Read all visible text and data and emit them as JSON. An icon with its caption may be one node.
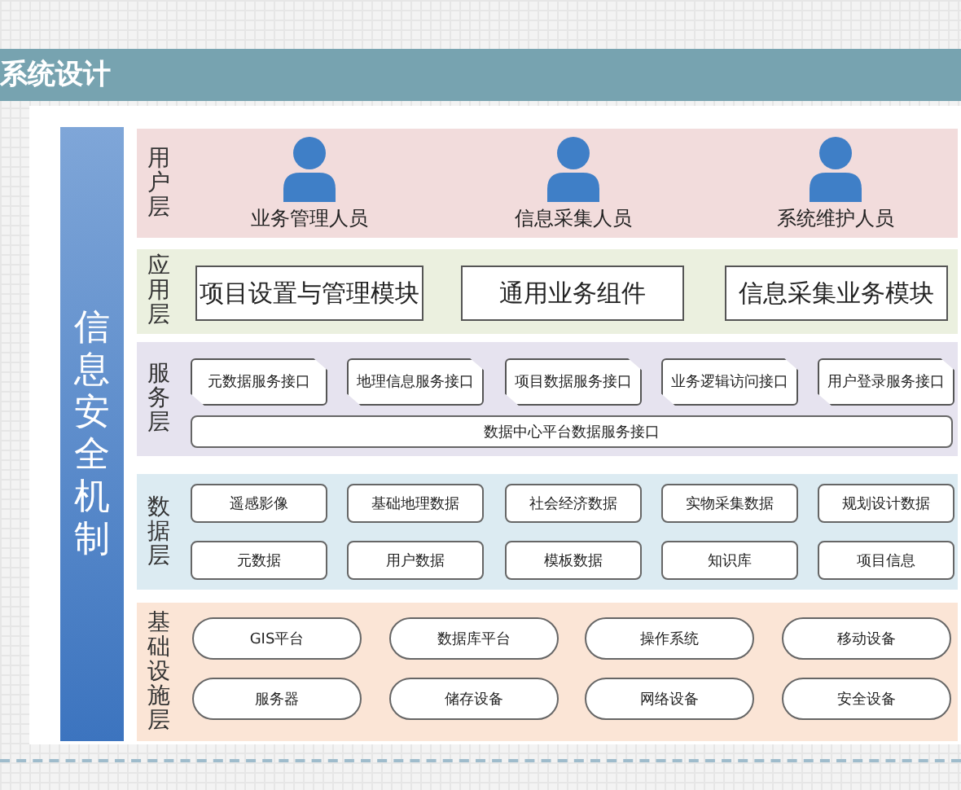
{
  "diagram": {
    "title": "系统设计",
    "nodes": [
      {
        "text": [
          "信息安全机制"
        ]
      },
      {
        "text": [
          "用户层"
        ]
      },
      {
        "text": [
          "业务管理人员"
        ],
        "in": 1
      },
      {
        "text": [
          "信息采集人员"
        ],
        "in": 1
      },
      {
        "text": [
          "系统维护人员"
        ],
        "in": 1
      },
      {
        "text": [
          "应用层"
        ]
      },
      {
        "text": [
          "项目设置与管理模块"
        ],
        "in": 5
      },
      {
        "text": [
          "通用业务组件"
        ],
        "in": 5
      },
      {
        "text": [
          "信息采集业务模块"
        ],
        "in": 5
      },
      {
        "text": [
          "服务层"
        ]
      },
      {
        "text": [
          "元数据服务接口"
        ],
        "in": 9
      },
      {
        "text": [
          "地理信息服务接口"
        ],
        "in": 9
      },
      {
        "text": [
          "项目数据服务接口"
        ],
        "in": 9
      },
      {
        "text": [
          "业务逻辑访问接口"
        ],
        "in": 9
      },
      {
        "text": [
          "用户登录服务接口"
        ],
        "in": 9
      },
      {
        "text": [
          "数据中心平台数据服务接口"
        ],
        "in": 9
      },
      {
        "text": [
          "数据层"
        ]
      },
      {
        "text": [
          "遥感影像"
        ],
        "in": 16
      },
      {
        "text": [
          "基础地理数据"
        ],
        "in": 16
      },
      {
        "text": [
          "社会经济数据"
        ],
        "in": 16
      },
      {
        "text": [
          "实物采集数据"
        ],
        "in": 16
      },
      {
        "text": [
          "规划设计数据"
        ],
        "in": 16
      },
      {
        "text": [
          "元数据"
        ],
        "in": 16
      },
      {
        "text": [
          "用户数据"
        ],
        "in": 16
      },
      {
        "text": [
          "模板数据"
        ],
        "in": 16
      },
      {
        "text": [
          "知识库"
        ],
        "in": 16
      },
      {
        "text": [
          "项目信息"
        ],
        "in": 16
      },
      {
        "text": [
          "基础设施层"
        ]
      },
      {
        "text": [
          "GIS平台"
        ],
        "in": 27
      },
      {
        "text": [
          "数据库平台"
        ],
        "in": 27
      },
      {
        "text": [
          "操作系统"
        ],
        "in": 27
      },
      {
        "text": [
          "移动设备"
        ],
        "in": 27
      },
      {
        "text": [
          "服务器"
        ],
        "in": 27
      },
      {
        "text": [
          "储存设备"
        ],
        "in": 27
      },
      {
        "text": [
          "网络设备"
        ],
        "in": 27
      },
      {
        "text": [
          "安全设备"
        ],
        "in": 27
      }
    ],
    "edges": []
  }
}
